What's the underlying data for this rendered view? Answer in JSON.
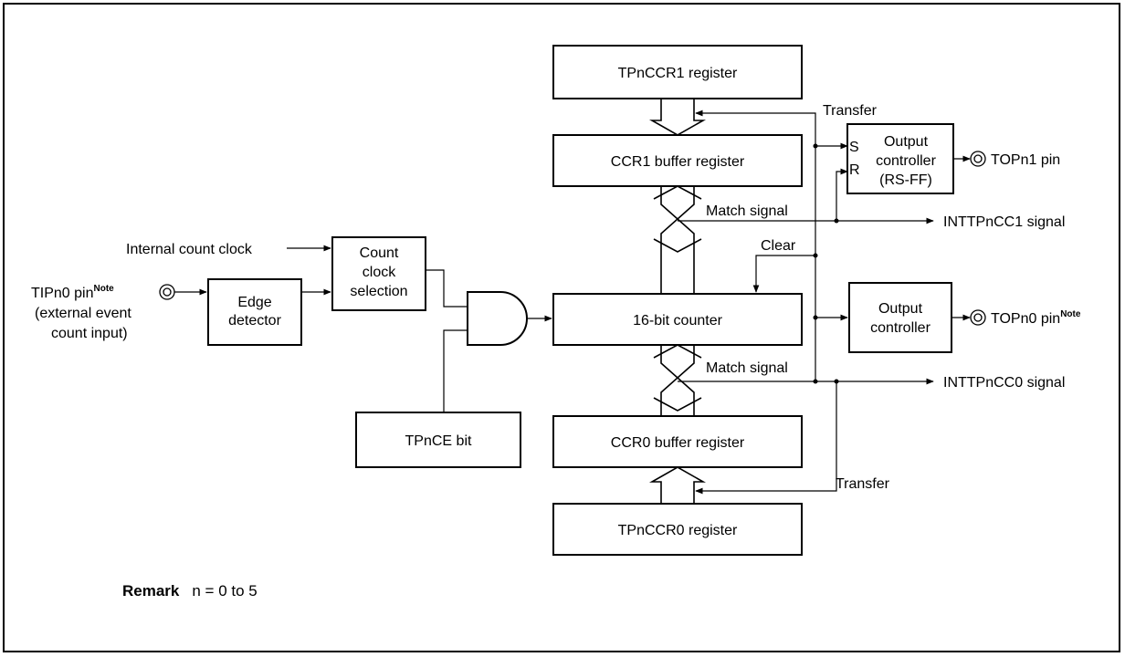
{
  "blocks": {
    "tpnccr1": "TPnCCR1 register",
    "ccr1_buffer": "CCR1 buffer register",
    "counter": "16-bit counter",
    "ccr0_buffer": "CCR0 buffer register",
    "tpnccr0": "TPnCCR0 register",
    "tpnce": "TPnCE bit",
    "edge_detector": [
      "Edge",
      "detector"
    ],
    "count_clock": [
      "Count",
      "clock",
      "selection"
    ],
    "output_ctrl1": [
      "Output",
      "controller",
      "(RS-FF)"
    ],
    "output_ctrl0": [
      "Output",
      "controller"
    ],
    "sr_s": "S",
    "sr_r": "R"
  },
  "signals": {
    "transfer_top": "Transfer",
    "transfer_bottom": "Transfer",
    "match_top": "Match signal",
    "match_bottom": "Match signal",
    "clear": "Clear",
    "internal_clock": "Internal count clock",
    "intt1": "INTTPnCC1 signal",
    "intt0": "INTTPnCC0 signal"
  },
  "pins": {
    "tipn0": "TIPn0 pin",
    "tipn0_note": "Note",
    "tipn0_sub1": "(external event",
    "tipn0_sub2": "count input)",
    "topn1": "TOPn1 pin",
    "topn0": "TOPn0 pin",
    "topn0_note": "Note"
  },
  "remark": {
    "label": "Remark",
    "text": "n = 0 to 5"
  }
}
